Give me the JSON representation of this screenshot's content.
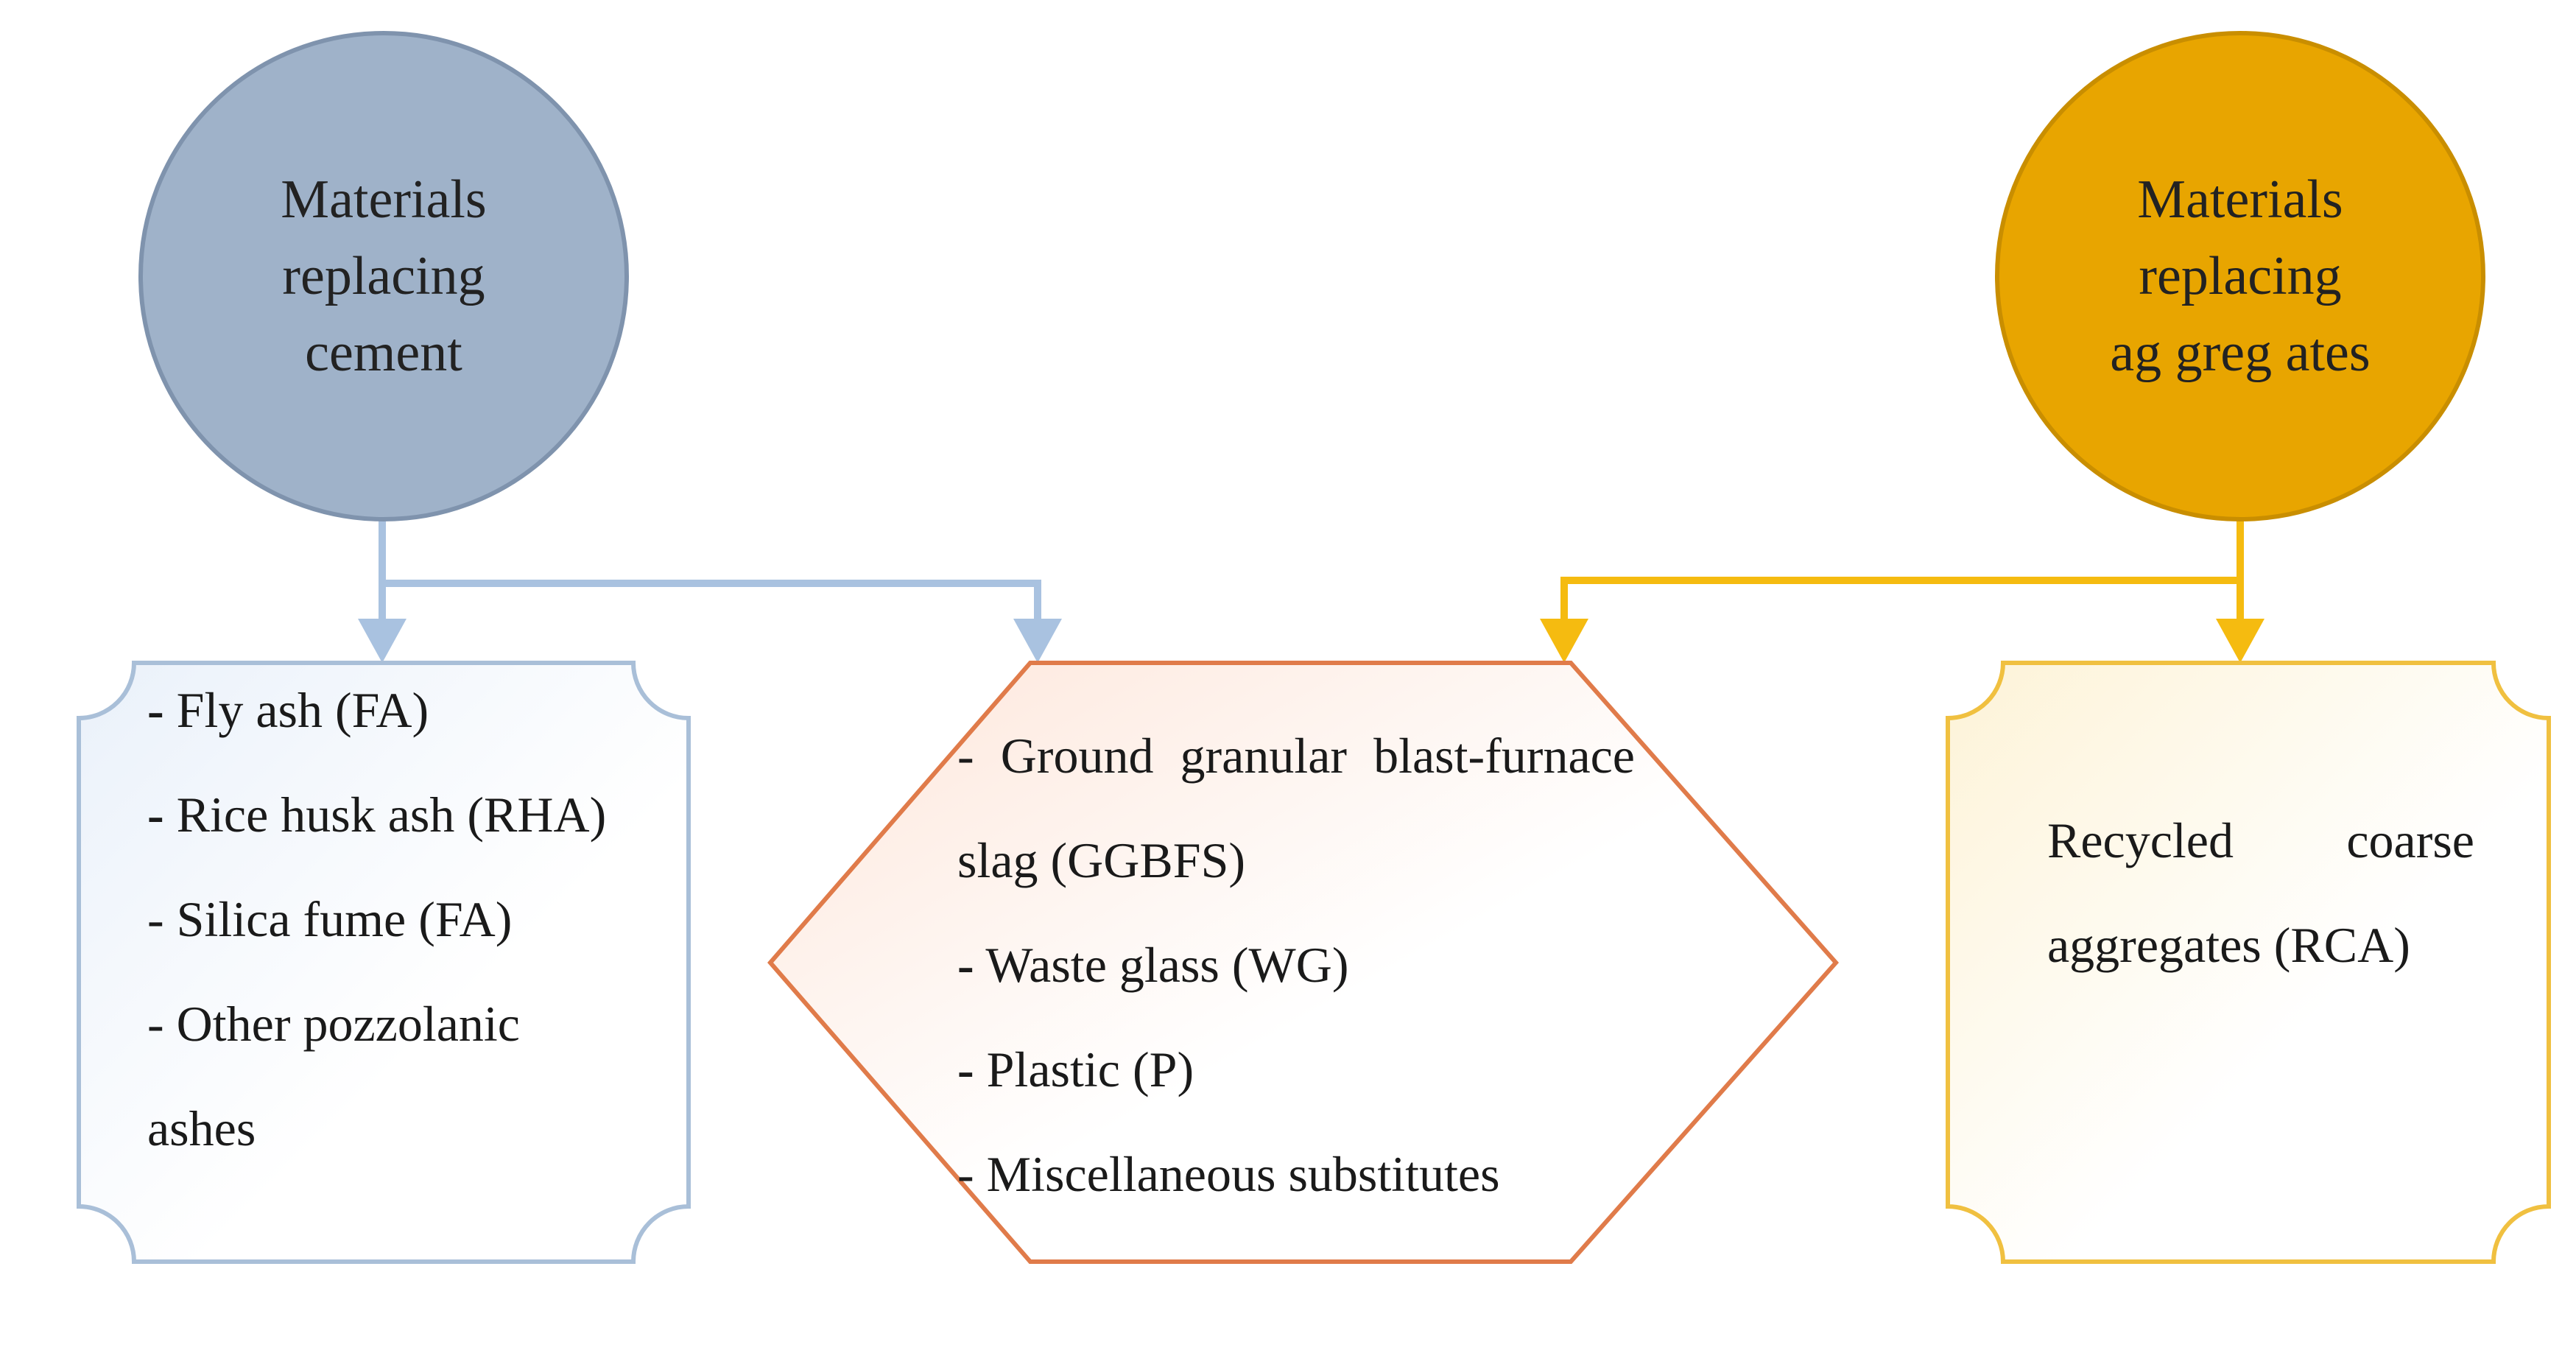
{
  "circles": {
    "cement": {
      "lines": [
        "Materials",
        "replacing",
        "cement"
      ],
      "fill": "#9fb2c9",
      "stroke": "#7f93ad"
    },
    "aggregates": {
      "lines": [
        "Materials",
        "replacing",
        "ag greg ates"
      ],
      "fill": "#e8a500",
      "stroke": "#c98e00"
    }
  },
  "boxes": {
    "cement_box": {
      "stroke": "#a9bfd8",
      "items": [
        {
          "dash": "-",
          "text": " Fly ash (FA)"
        },
        {
          "dash": "-",
          "text": " Rice husk ash (RHA)"
        },
        {
          "dash": "",
          "text": "- Silica fume (FA)"
        },
        {
          "dash": "",
          "text": "- Other pozzolanic ashes"
        }
      ]
    },
    "shared_hexagon": {
      "stroke": "#e07b4a",
      "items": [
        {
          "dash": "",
          "text": "- Ground granular blast-furnace slag (GGBFS)"
        },
        {
          "dash": "-",
          "text": " Waste glass (WG)"
        },
        {
          "dash": "-",
          "text": " Plastic (P)"
        },
        {
          "dash": "",
          "text": "- Miscellaneous substitutes"
        }
      ]
    },
    "aggregates_box": {
      "stroke": "#f0c040",
      "items": [
        {
          "dash": "",
          "text": "Recycled coarse aggregates (RCA)"
        }
      ]
    }
  },
  "colors": {
    "cement_connector": "#a9c2e0",
    "aggregate_connector": "#f5bb10"
  }
}
